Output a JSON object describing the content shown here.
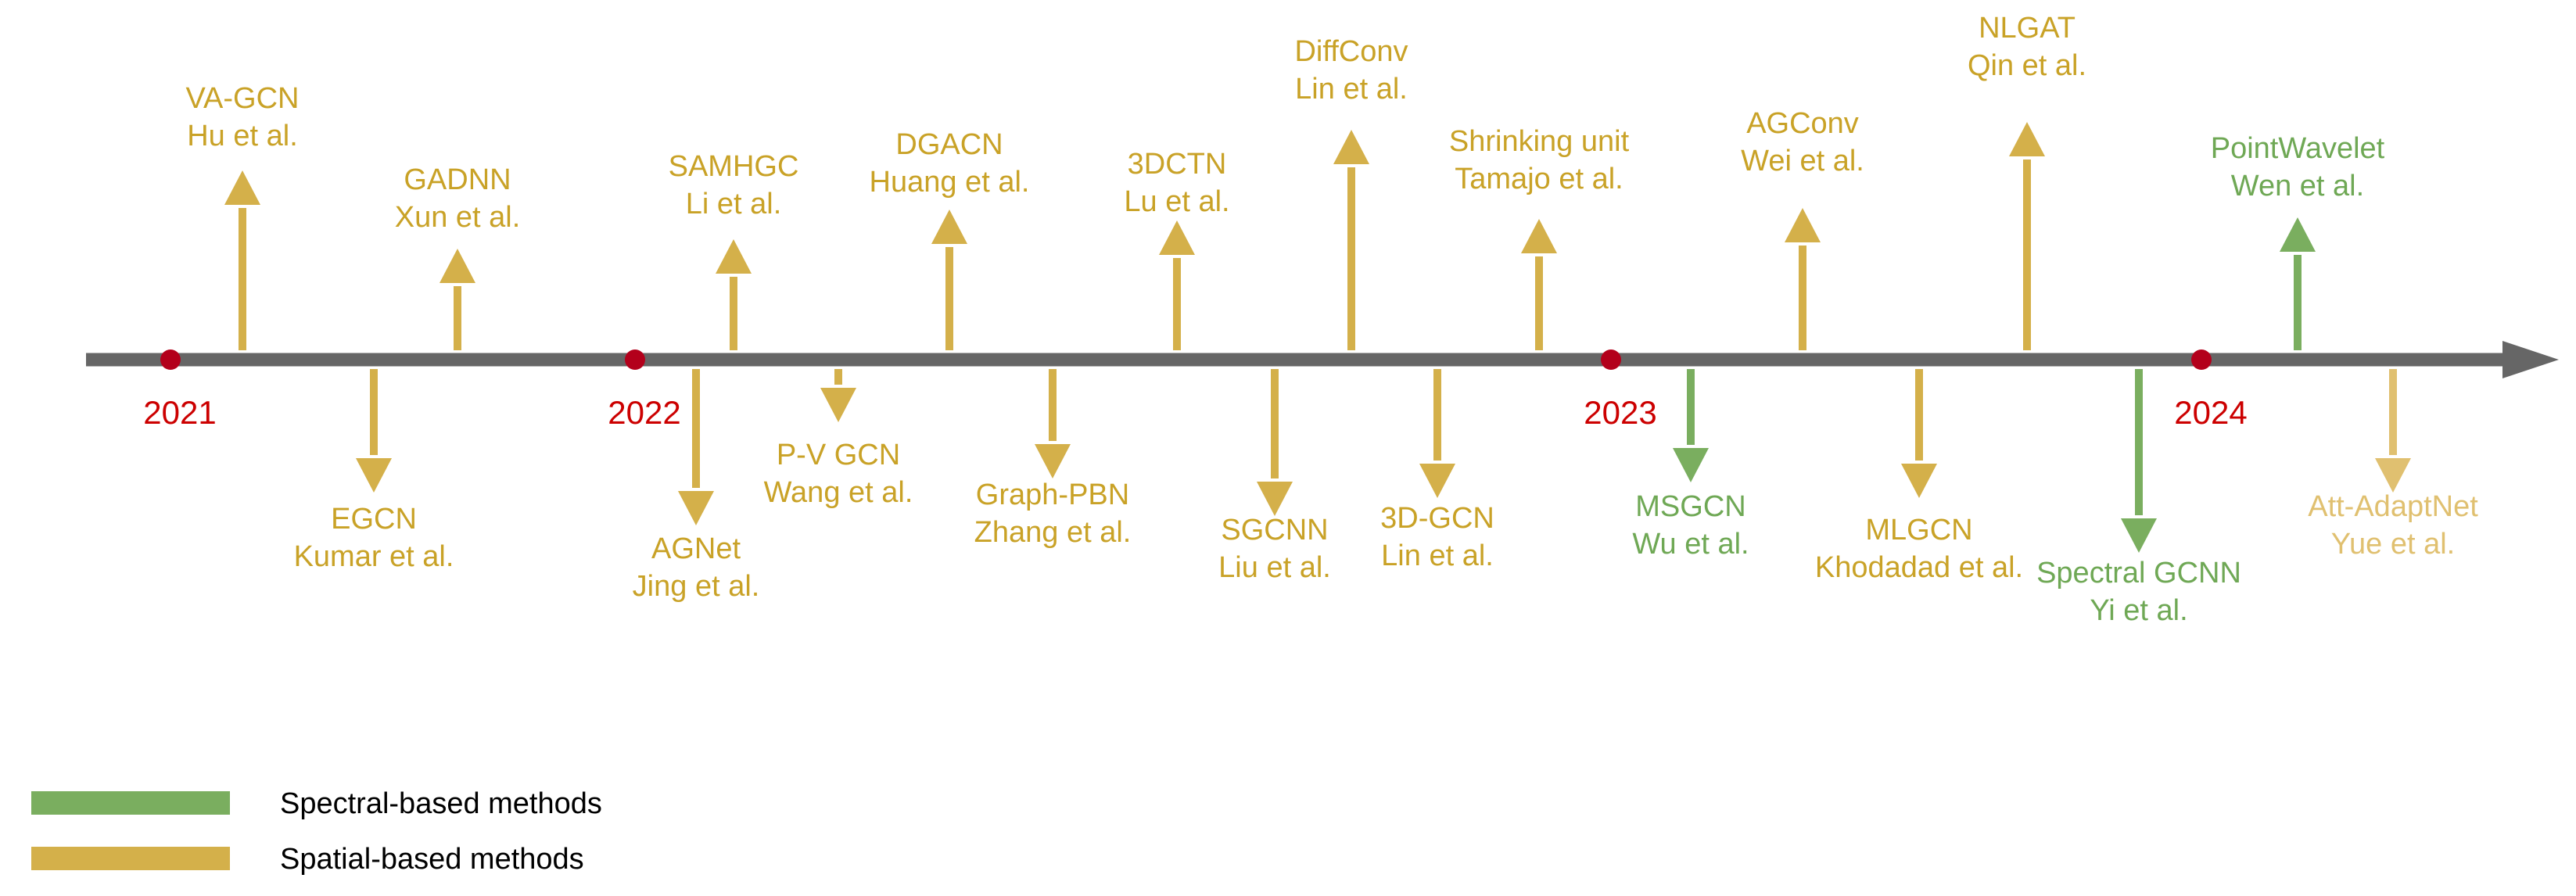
{
  "colors": {
    "axis": "#666666",
    "year": "#cc0000",
    "spectral": "#7aae5f",
    "spatial": "#d4b04a",
    "spatial_light": "#e0c070",
    "spectral_text": "#6fa855",
    "spatial_text": "#c9a227",
    "legend_text": "#000000"
  },
  "years": [
    "2021",
    "2022",
    "2023",
    "2024"
  ],
  "methods": [
    {
      "name": "VA-GCN",
      "authors": "Hu et al.",
      "category": "spatial"
    },
    {
      "name": "EGCN",
      "authors": "Kumar et al.",
      "category": "spatial"
    },
    {
      "name": "GADNN",
      "authors": "Xun et al.",
      "category": "spatial"
    },
    {
      "name": "AGNet",
      "authors": "Jing et al.",
      "category": "spatial"
    },
    {
      "name": "SAMHGC",
      "authors": "Li et al.",
      "category": "spatial"
    },
    {
      "name": "P-V GCN",
      "authors": "Wang et al.",
      "category": "spatial"
    },
    {
      "name": "DGACN",
      "authors": "Huang et al.",
      "category": "spatial"
    },
    {
      "name": "Graph-PBN",
      "authors": "Zhang et al.",
      "category": "spatial"
    },
    {
      "name": "3DCTN",
      "authors": "Lu et al.",
      "category": "spatial"
    },
    {
      "name": "SGCNN",
      "authors": "Liu et al.",
      "category": "spatial"
    },
    {
      "name": "DiffConv",
      "authors": "Lin et al.",
      "category": "spatial"
    },
    {
      "name": "3D-GCN",
      "authors": "Lin et al.",
      "category": "spatial"
    },
    {
      "name": "Shrinking unit",
      "authors": "Tamajo et al.",
      "category": "spatial"
    },
    {
      "name": "MSGCN",
      "authors": "Wu et al.",
      "category": "spectral"
    },
    {
      "name": "AGConv",
      "authors": "Wei et al.",
      "category": "spatial"
    },
    {
      "name": "MLGCN",
      "authors": "Khodadad et al.",
      "category": "spatial"
    },
    {
      "name": "NLGAT",
      "authors": "Qin et al.",
      "category": "spatial"
    },
    {
      "name": "Spectral GCNN",
      "authors": "Yi et al.",
      "category": "spectral"
    },
    {
      "name": "PointWavelet",
      "authors": "Wen et al.",
      "category": "spectral"
    },
    {
      "name": "Att-AdaptNet",
      "authors": "Yue et al.",
      "category": "spatial_light"
    }
  ],
  "legend": [
    {
      "label": "Spectral-based methods",
      "category": "spectral"
    },
    {
      "label": "Spatial-based methods",
      "category": "spatial"
    }
  ]
}
